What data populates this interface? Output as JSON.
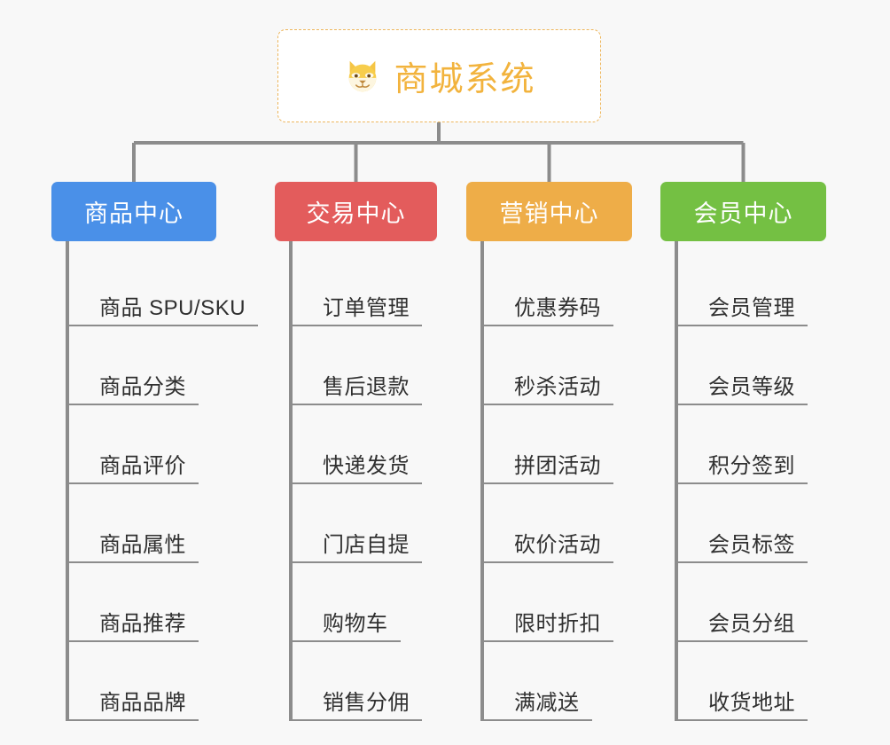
{
  "background_color": "#f8f8f8",
  "root": {
    "title": "商城系统",
    "icon": "dog-face-emoji",
    "text_color": "#f2b33d",
    "border_color": "#edb65c",
    "background_color": "#ffffff"
  },
  "connector_color": "#8c8c8c",
  "branches": [
    {
      "label": "商品中心",
      "color": "#4a90e8",
      "items": [
        "商品 SPU/SKU",
        "商品分类",
        "商品评价",
        "商品属性",
        "商品推荐",
        "商品品牌"
      ]
    },
    {
      "label": "交易中心",
      "color": "#e35c5c",
      "items": [
        "订单管理",
        "售后退款",
        "快递发货",
        "门店自提",
        "购物车",
        "销售分佣"
      ]
    },
    {
      "label": "营销中心",
      "color": "#eead48",
      "items": [
        "优惠券码",
        "秒杀活动",
        "拼团活动",
        "砍价活动",
        "限时折扣",
        "满减送"
      ]
    },
    {
      "label": "会员中心",
      "color": "#74c043",
      "items": [
        "会员管理",
        "会员等级",
        "积分签到",
        "会员标签",
        "会员分组",
        "收货地址"
      ]
    }
  ]
}
